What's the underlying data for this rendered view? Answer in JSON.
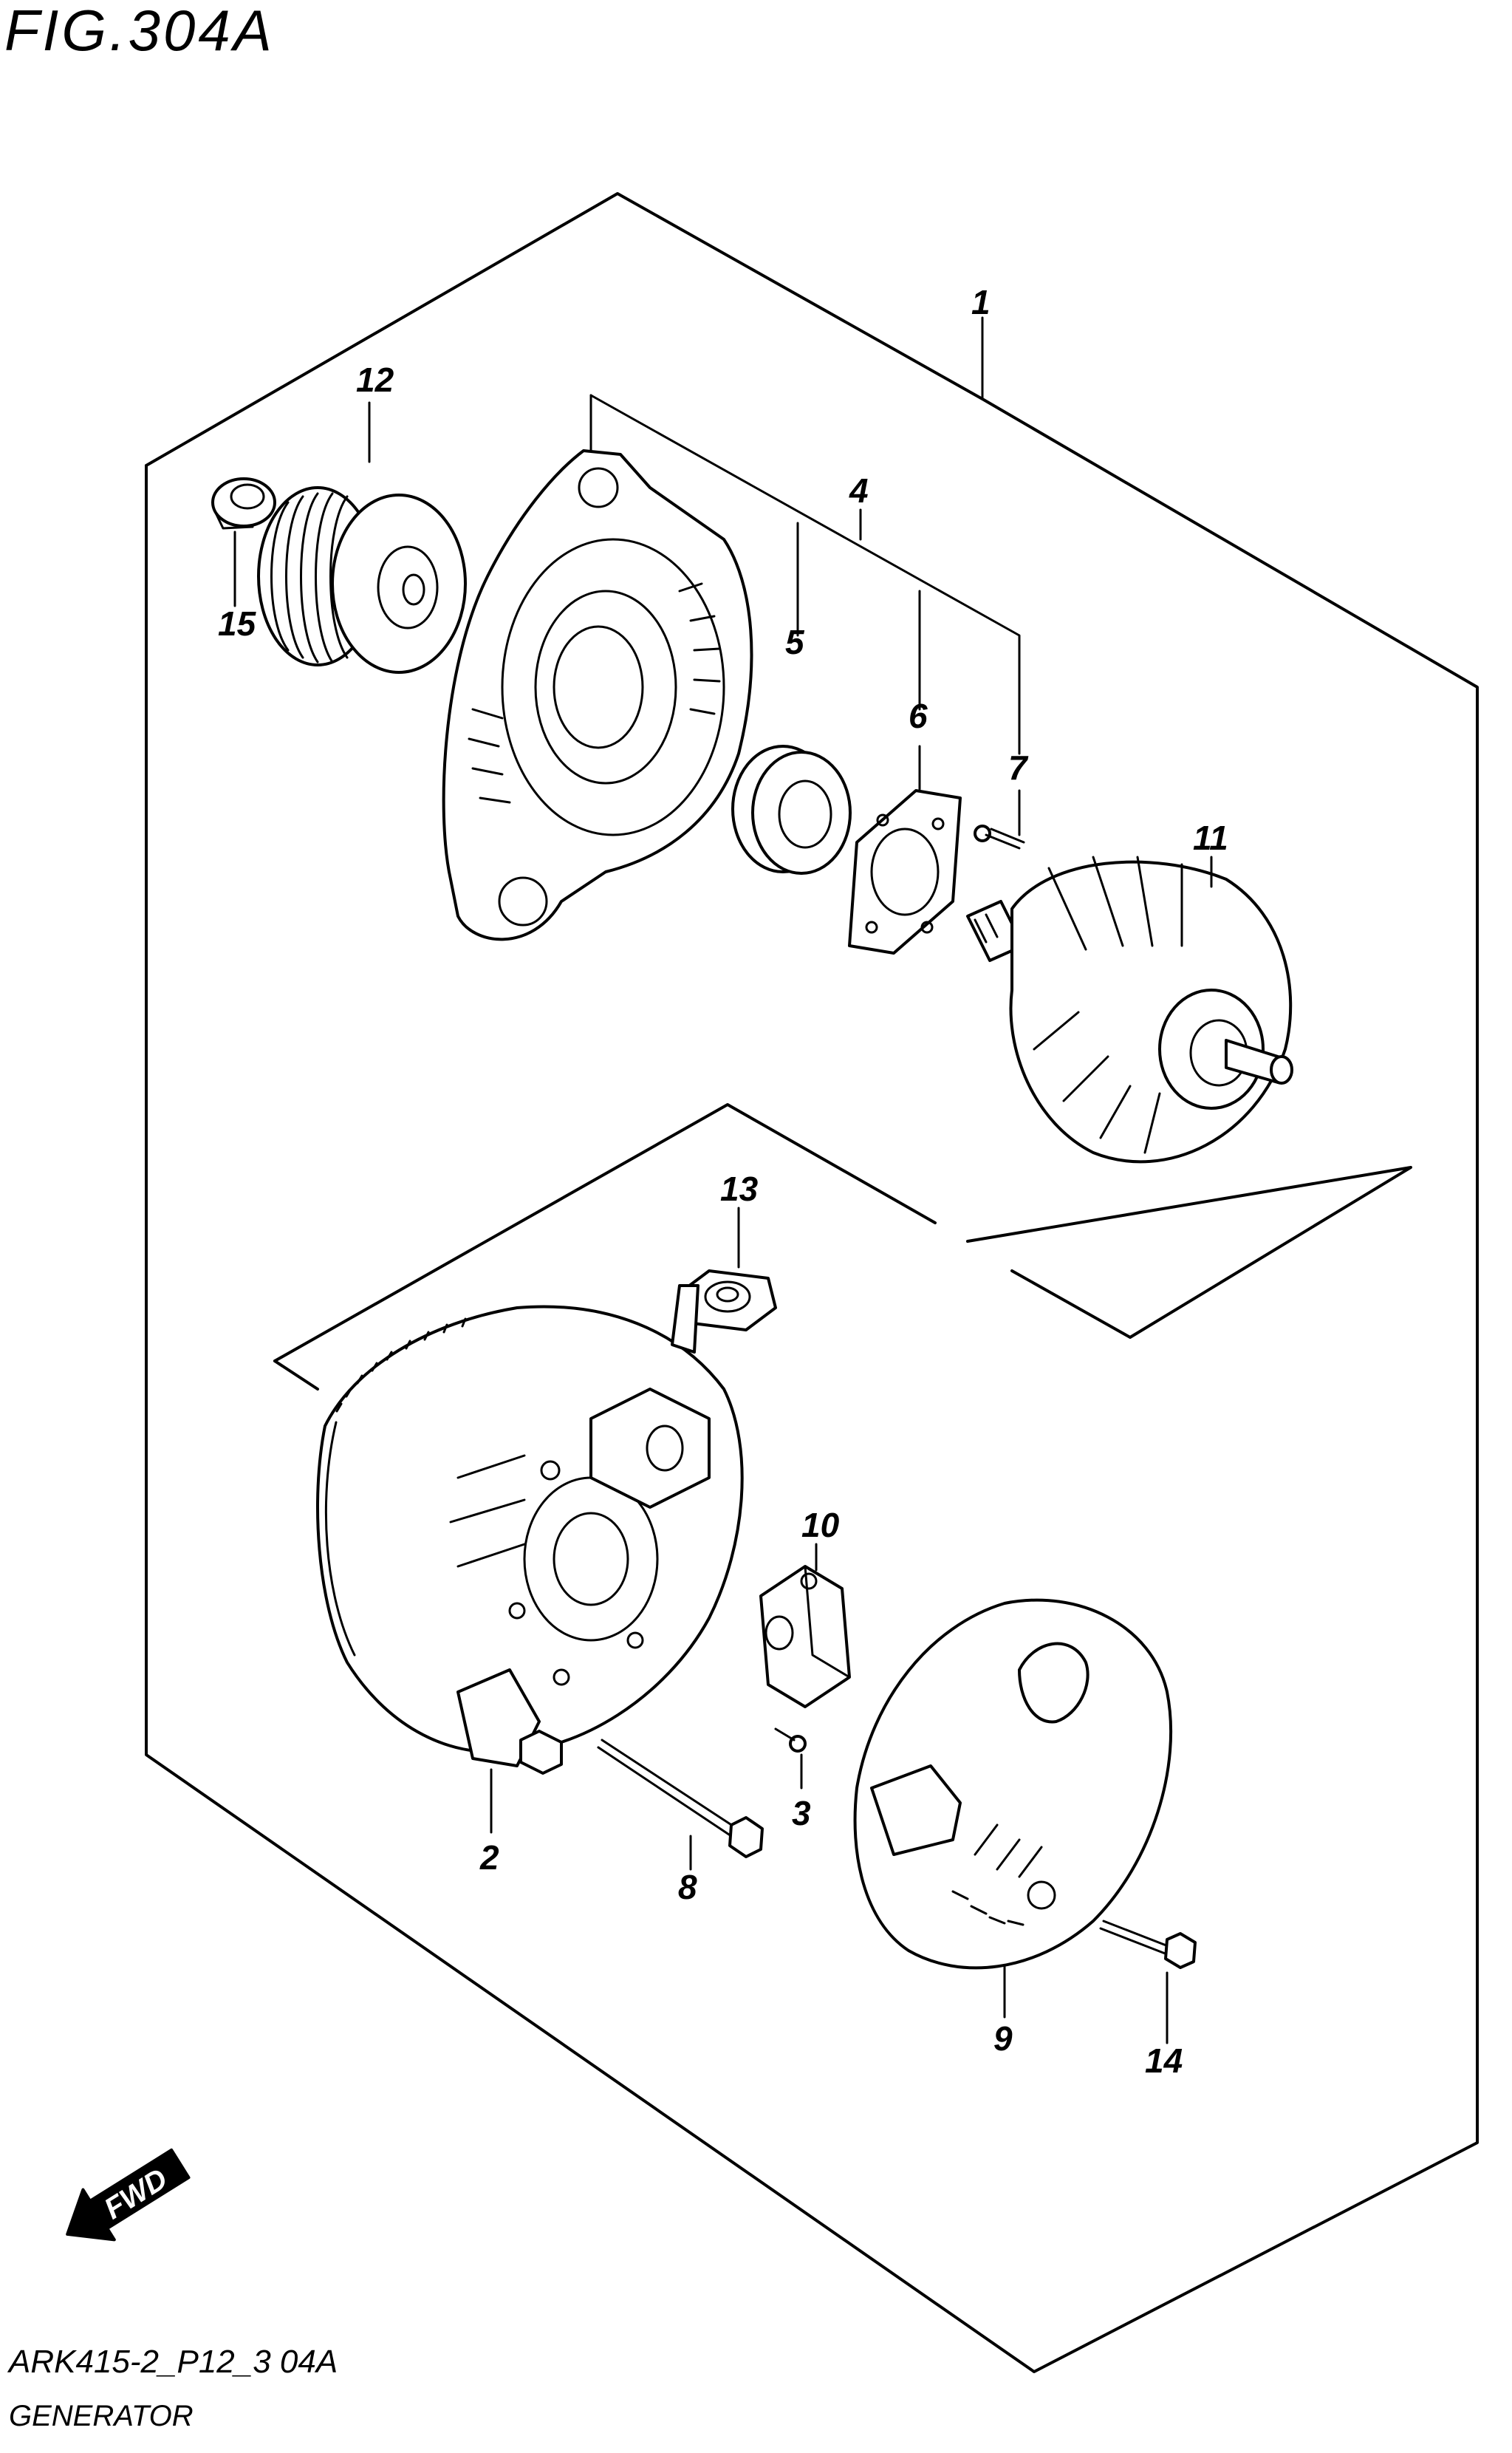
{
  "figure_title": "FIG.304A",
  "footer": {
    "code": "ARK415-2_P12_3 04A",
    "name": "GENERATOR"
  },
  "fwd_label": "FWD",
  "callouts": [
    {
      "id": "1",
      "label": "1"
    },
    {
      "id": "2",
      "label": "2"
    },
    {
      "id": "3",
      "label": "3"
    },
    {
      "id": "4",
      "label": "4"
    },
    {
      "id": "5",
      "label": "5"
    },
    {
      "id": "6",
      "label": "6"
    },
    {
      "id": "7",
      "label": "7"
    },
    {
      "id": "8",
      "label": "8"
    },
    {
      "id": "9",
      "label": "9"
    },
    {
      "id": "10",
      "label": "10"
    },
    {
      "id": "11",
      "label": "11"
    },
    {
      "id": "12",
      "label": "12"
    },
    {
      "id": "13",
      "label": "13"
    },
    {
      "id": "14",
      "label": "14"
    },
    {
      "id": "15",
      "label": "15"
    }
  ]
}
